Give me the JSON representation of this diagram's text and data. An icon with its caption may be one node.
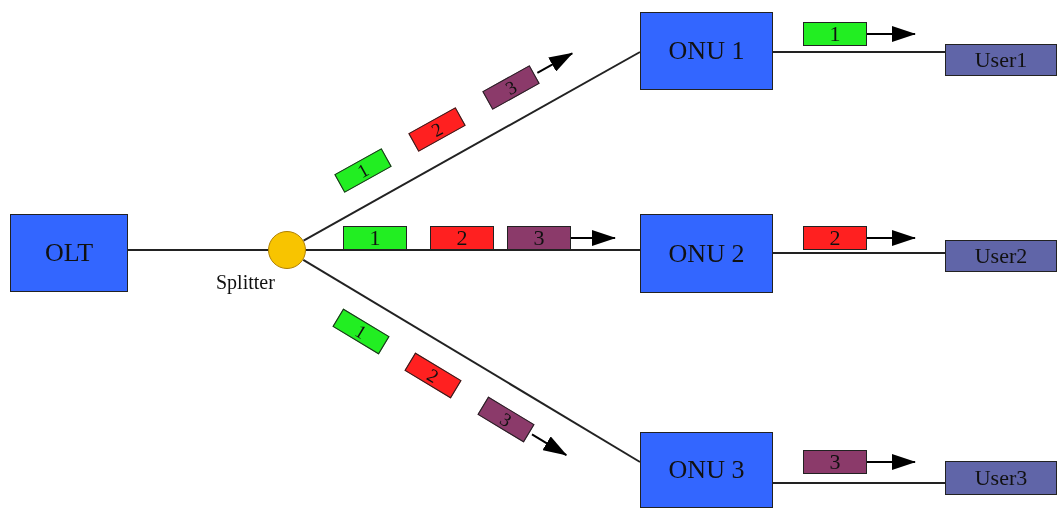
{
  "diagram": {
    "nodes": [
      {
        "text": [
          "OLT"
        ]
      },
      {
        "text": [],
        "shape": "circle",
        "beside": [
          "Splitter"
        ]
      },
      {
        "text": [
          "ONU 1"
        ]
      },
      {
        "text": [
          "ONU 2"
        ]
      },
      {
        "text": [
          "ONU 3"
        ]
      },
      {
        "text": [
          "User1"
        ]
      },
      {
        "text": [
          "User2"
        ]
      },
      {
        "text": [
          "User3"
        ]
      },
      {
        "text": [
          "1"
        ]
      },
      {
        "text": [
          "2"
        ]
      },
      {
        "text": [
          "3"
        ]
      },
      {
        "text": [
          "1"
        ]
      },
      {
        "text": [
          "2"
        ]
      },
      {
        "text": [
          "3"
        ]
      },
      {
        "text": [
          "1"
        ]
      },
      {
        "text": [
          "2"
        ]
      },
      {
        "text": [
          "3"
        ]
      },
      {
        "text": [
          "1"
        ]
      },
      {
        "text": [
          "2"
        ]
      },
      {
        "text": [
          "3"
        ]
      }
    ],
    "edges": [
      {
        "from": 0,
        "to": 1,
        "arrow": "none"
      },
      {
        "from": 1,
        "to": 2,
        "arrow": "none"
      },
      {
        "from": 1,
        "to": 3,
        "arrow": "none"
      },
      {
        "from": 1,
        "to": 4,
        "arrow": "none"
      },
      {
        "from": 2,
        "to": 5,
        "arrow": "none"
      },
      {
        "from": 3,
        "to": 6,
        "arrow": "none"
      },
      {
        "from": 4,
        "to": 7,
        "arrow": "none"
      }
    ]
  }
}
